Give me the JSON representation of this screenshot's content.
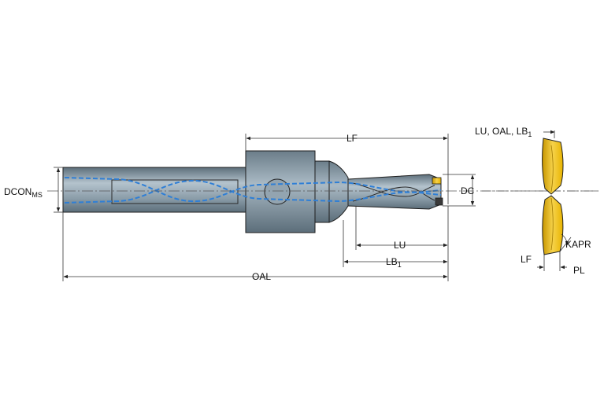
{
  "labels": {
    "dcon_main": "DCON",
    "dcon_sub": "MS",
    "lf": "LF",
    "dc": "DC",
    "lu": "LU",
    "lb_main": "LB",
    "lb_sub": "1",
    "oal": "OAL",
    "detail_header_main": "LU, OAL, LB",
    "detail_header_sub": "1",
    "kapr": "KAPR",
    "detail_lf": "LF",
    "pl": "PL"
  },
  "colors": {
    "body_steel": "#8a9ca8",
    "body_steel_light": "#b4c3cd",
    "body_steel_dark": "#5c6e7a",
    "coolant_channel": "#2f7fd6",
    "insert_gold": "#e8b400",
    "insert_gold_light": "#f6d24a",
    "outline": "#1e1e1e",
    "dimension": "#333333",
    "centerline": "#555555"
  },
  "icons": {
    "insert": "indexable-drill-insert",
    "centerline": "dash-dot-centerline"
  }
}
